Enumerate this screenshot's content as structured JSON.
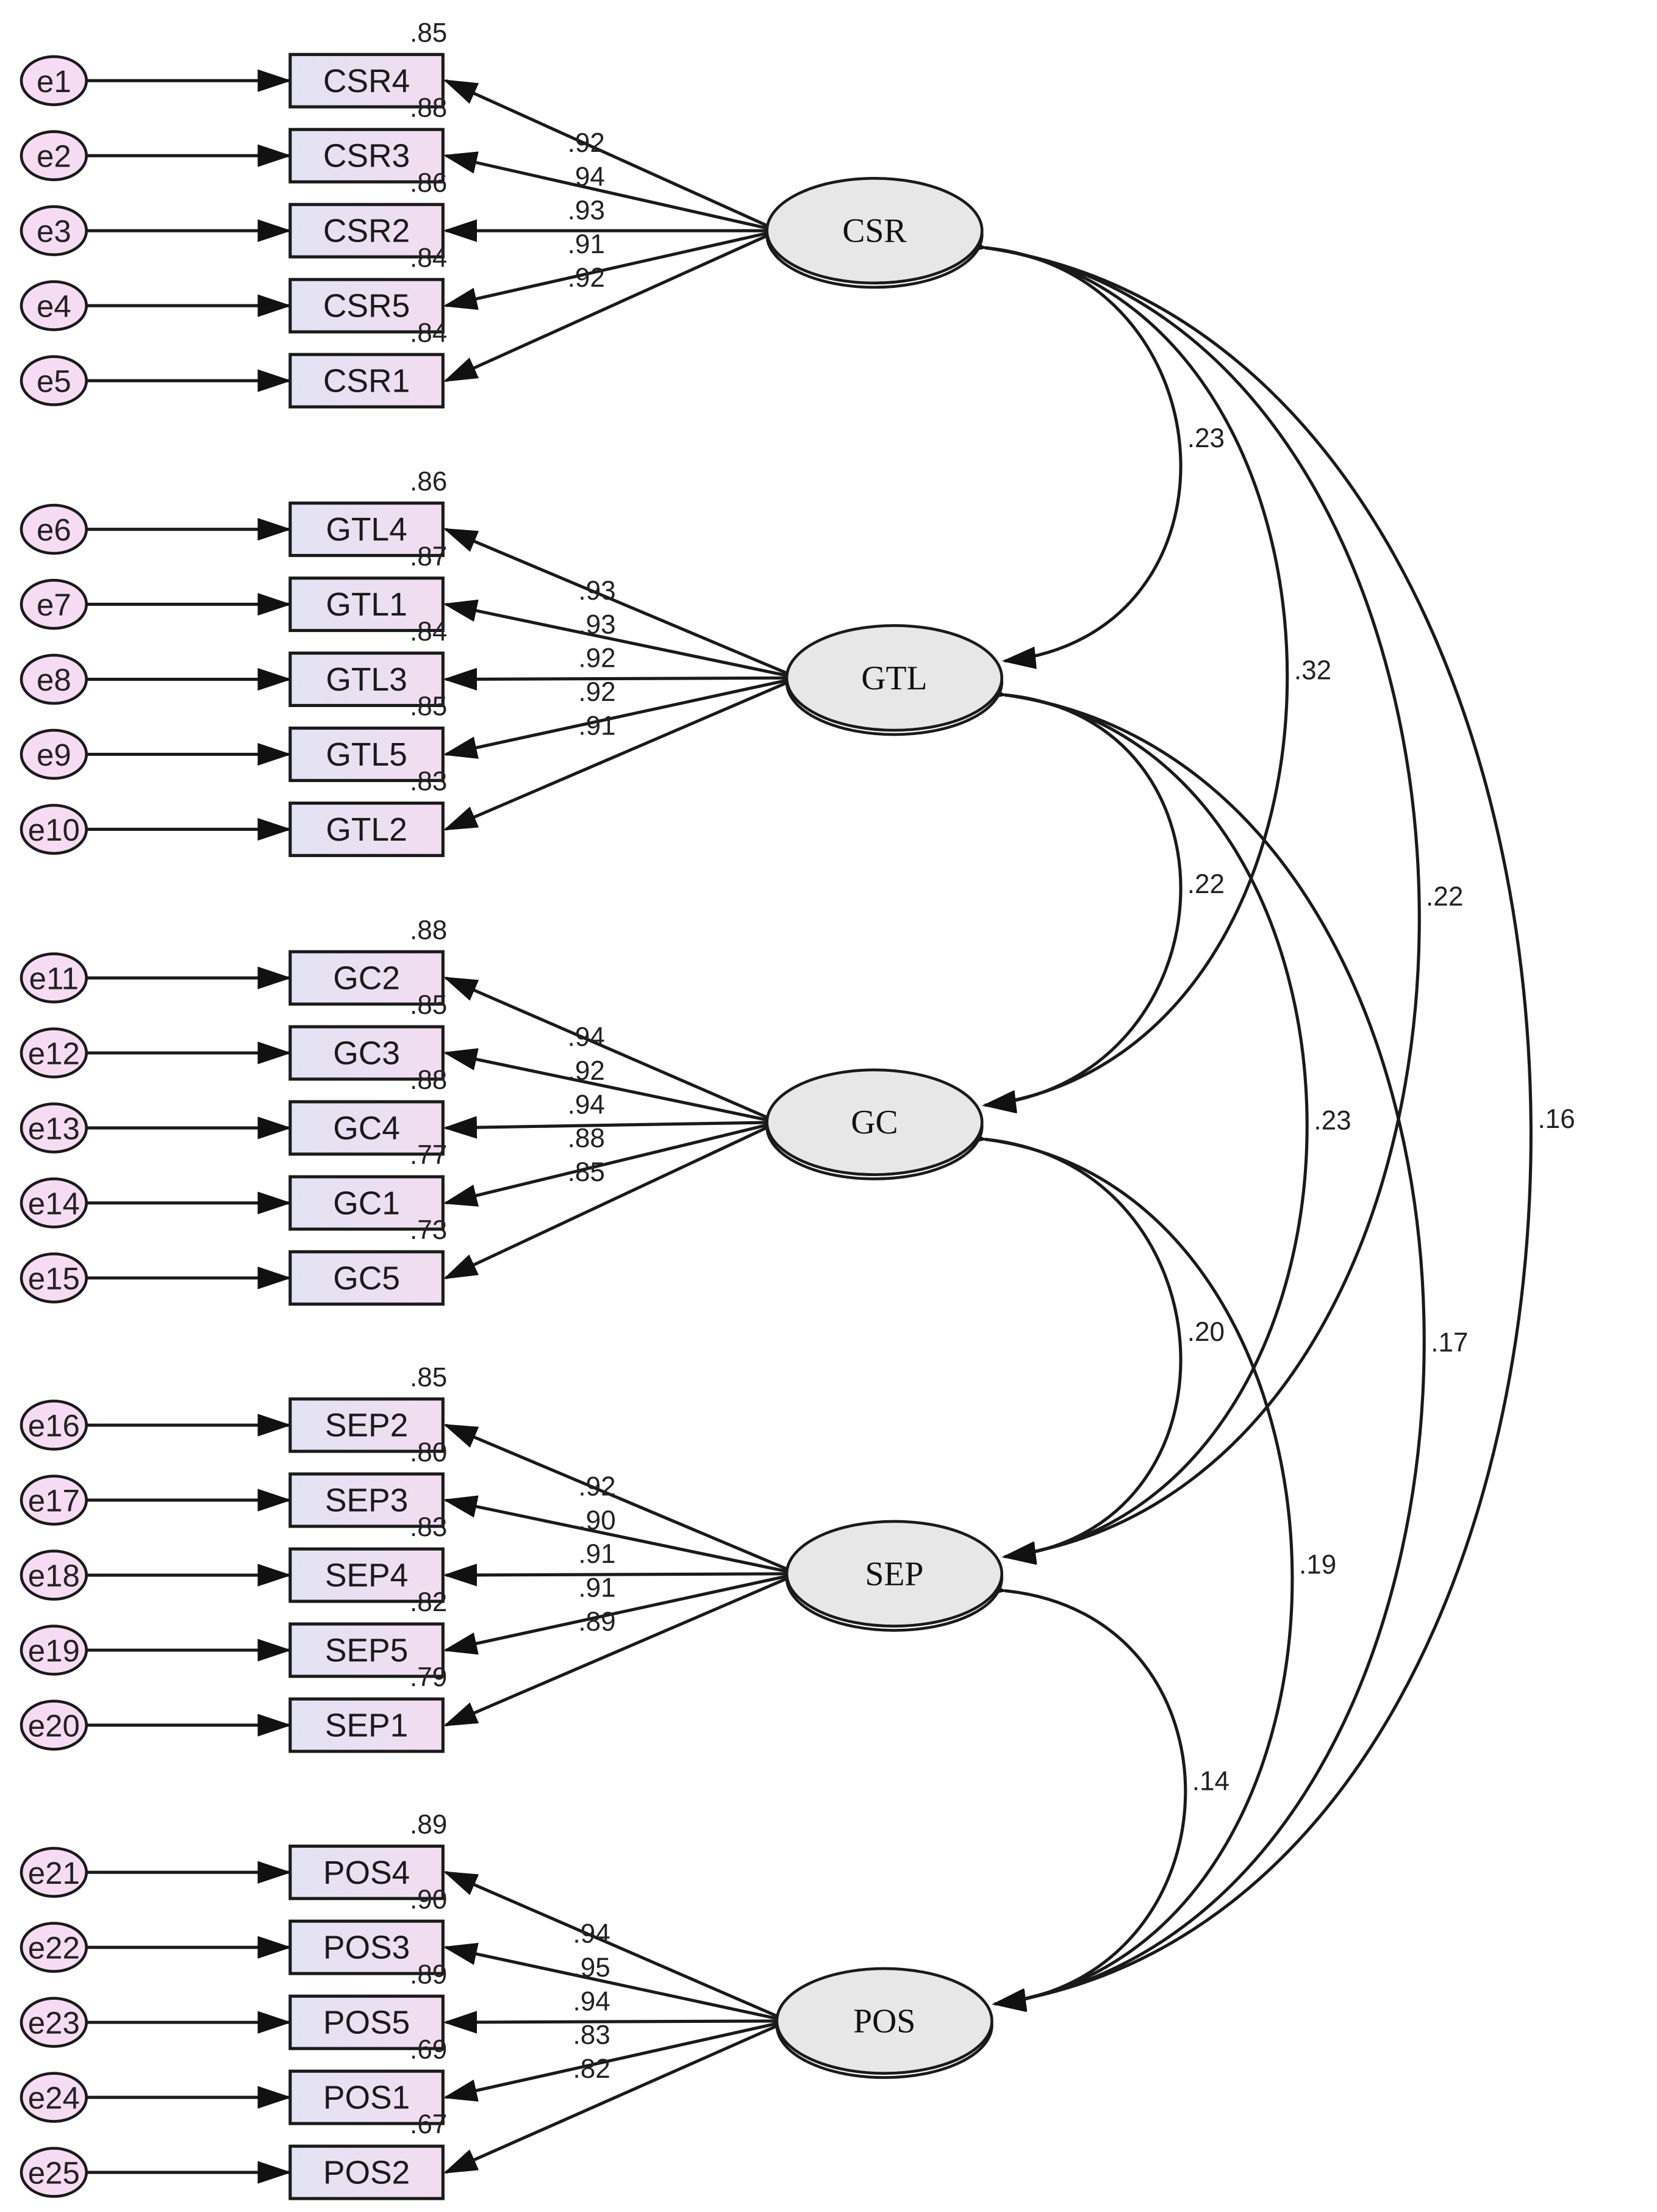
{
  "colors": {
    "error_fill": "#f6dcf3",
    "box_fill_left": "#e2e3f3",
    "box_fill_right": "#f3dcf0",
    "latent_fill": "#e7e7e7",
    "stroke": "#1a1a1a"
  },
  "constructs": [
    {
      "name": "CSR",
      "items": [
        {
          "error": "e1",
          "indicator": "CSR4",
          "loading": ".92",
          "r2": ".85"
        },
        {
          "error": "e2",
          "indicator": "CSR3",
          "loading": ".94",
          "r2": ".88"
        },
        {
          "error": "e3",
          "indicator": "CSR2",
          "loading": ".93",
          "r2": ".86"
        },
        {
          "error": "e4",
          "indicator": "CSR5",
          "loading": ".91",
          "r2": ".84"
        },
        {
          "error": "e5",
          "indicator": "CSR1",
          "loading": ".92",
          "r2": ".84"
        }
      ]
    },
    {
      "name": "GTL",
      "items": [
        {
          "error": "e6",
          "indicator": "GTL4",
          "loading": ".93",
          "r2": ".86"
        },
        {
          "error": "e7",
          "indicator": "GTL1",
          "loading": ".93",
          "r2": ".87"
        },
        {
          "error": "e8",
          "indicator": "GTL3",
          "loading": ".92",
          "r2": ".84"
        },
        {
          "error": "e9",
          "indicator": "GTL5",
          "loading": ".92",
          "r2": ".85"
        },
        {
          "error": "e10",
          "indicator": "GTL2",
          "loading": ".91",
          "r2": ".83"
        }
      ]
    },
    {
      "name": "GC",
      "items": [
        {
          "error": "e11",
          "indicator": "GC2",
          "loading": ".94",
          "r2": ".88"
        },
        {
          "error": "e12",
          "indicator": "GC3",
          "loading": ".92",
          "r2": ".85"
        },
        {
          "error": "e13",
          "indicator": "GC4",
          "loading": ".94",
          "r2": ".88"
        },
        {
          "error": "e14",
          "indicator": "GC1",
          "loading": ".88",
          "r2": ".77"
        },
        {
          "error": "e15",
          "indicator": "GC5",
          "loading": ".85",
          "r2": ".73"
        }
      ]
    },
    {
      "name": "SEP",
      "items": [
        {
          "error": "e16",
          "indicator": "SEP2",
          "loading": ".92",
          "r2": ".85"
        },
        {
          "error": "e17",
          "indicator": "SEP3",
          "loading": ".90",
          "r2": ".80"
        },
        {
          "error": "e18",
          "indicator": "SEP4",
          "loading": ".91",
          "r2": ".83"
        },
        {
          "error": "e19",
          "indicator": "SEP5",
          "loading": ".91",
          "r2": ".82"
        },
        {
          "error": "e20",
          "indicator": "SEP1",
          "loading": ".89",
          "r2": ".79"
        }
      ]
    },
    {
      "name": "POS",
      "items": [
        {
          "error": "e21",
          "indicator": "POS4",
          "loading": ".94",
          "r2": ".89"
        },
        {
          "error": "e22",
          "indicator": "POS3",
          "loading": ".95",
          "r2": ".90"
        },
        {
          "error": "e23",
          "indicator": "POS5",
          "loading": ".94",
          "r2": ".89"
        },
        {
          "error": "e24",
          "indicator": "POS1",
          "loading": ".83",
          "r2": ".69"
        },
        {
          "error": "e25",
          "indicator": "POS2",
          "loading": ".82",
          "r2": ".67"
        }
      ]
    }
  ],
  "correlations": [
    {
      "from": "CSR",
      "to": "GTL",
      "value": ".23"
    },
    {
      "from": "CSR",
      "to": "GC",
      "value": ".32"
    },
    {
      "from": "CSR",
      "to": "SEP",
      "value": ".22"
    },
    {
      "from": "CSR",
      "to": "POS",
      "value": ".16"
    },
    {
      "from": "GTL",
      "to": "GC",
      "value": ".22"
    },
    {
      "from": "GTL",
      "to": "SEP",
      "value": ".23"
    },
    {
      "from": "GTL",
      "to": "POS",
      "value": ".17"
    },
    {
      "from": "GC",
      "to": "SEP",
      "value": ".20"
    },
    {
      "from": "GC",
      "to": "POS",
      "value": ".19"
    },
    {
      "from": "SEP",
      "to": "POS",
      "value": ".14"
    }
  ]
}
